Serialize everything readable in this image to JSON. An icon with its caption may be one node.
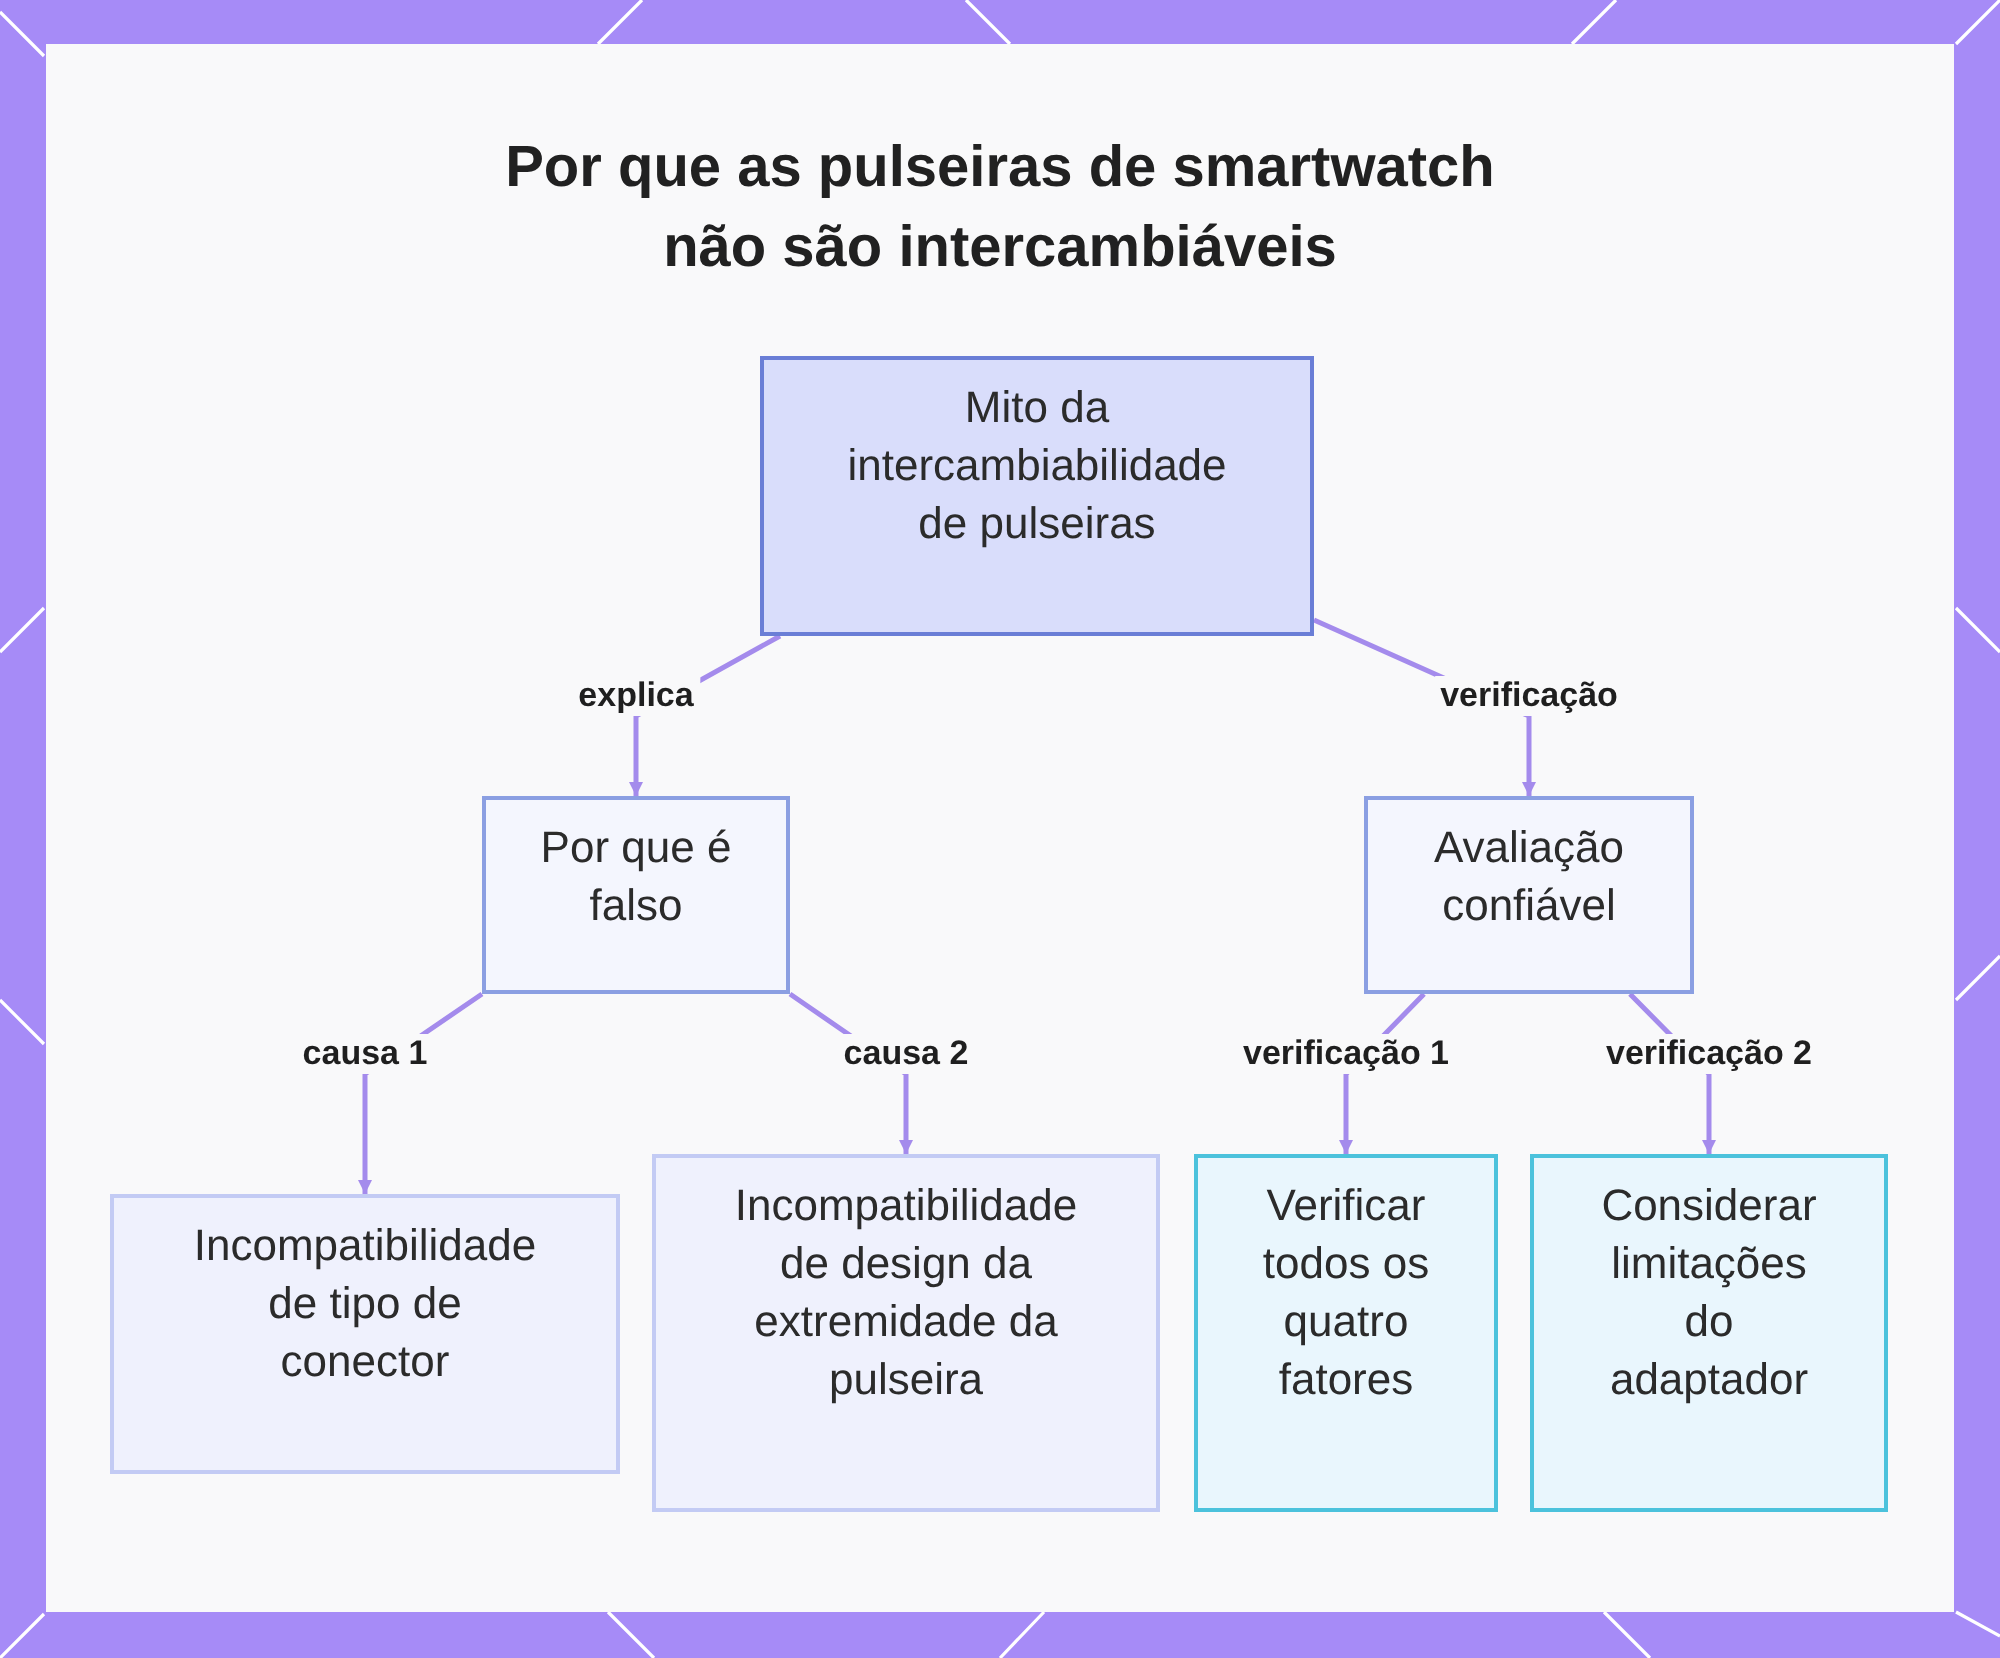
{
  "diagram": {
    "title": "Por que as pulseiras de smartwatch não são intercambiáveis",
    "nodes": [
      {
        "text": [
          "Mito da intercambiabilidade de pulseiras"
        ]
      },
      {
        "text": [
          "Por que é falso"
        ]
      },
      {
        "text": [
          "Avaliação confiável"
        ]
      },
      {
        "text": [
          "Incompatibilidade de tipo de conector"
        ]
      },
      {
        "text": [
          "Incompatibilidade de design da extremidade da pulseira"
        ]
      },
      {
        "text": [
          "Verificar todos os quatro fatores"
        ]
      },
      {
        "text": [
          "Considerar limitações do adaptador"
        ]
      }
    ],
    "edges": [
      {
        "from": 0,
        "to": 1,
        "arrow": "to",
        "label": "explica"
      },
      {
        "from": 0,
        "to": 2,
        "arrow": "to",
        "label": "verificação"
      },
      {
        "from": 1,
        "to": 3,
        "arrow": "to",
        "label": "causa 1"
      },
      {
        "from": 1,
        "to": 4,
        "arrow": "to",
        "label": "causa 2"
      },
      {
        "from": 2,
        "to": 5,
        "arrow": "to",
        "label": "verificação 1"
      },
      {
        "from": 2,
        "to": 6,
        "arrow": "to",
        "label": "verificação 2"
      }
    ]
  }
}
